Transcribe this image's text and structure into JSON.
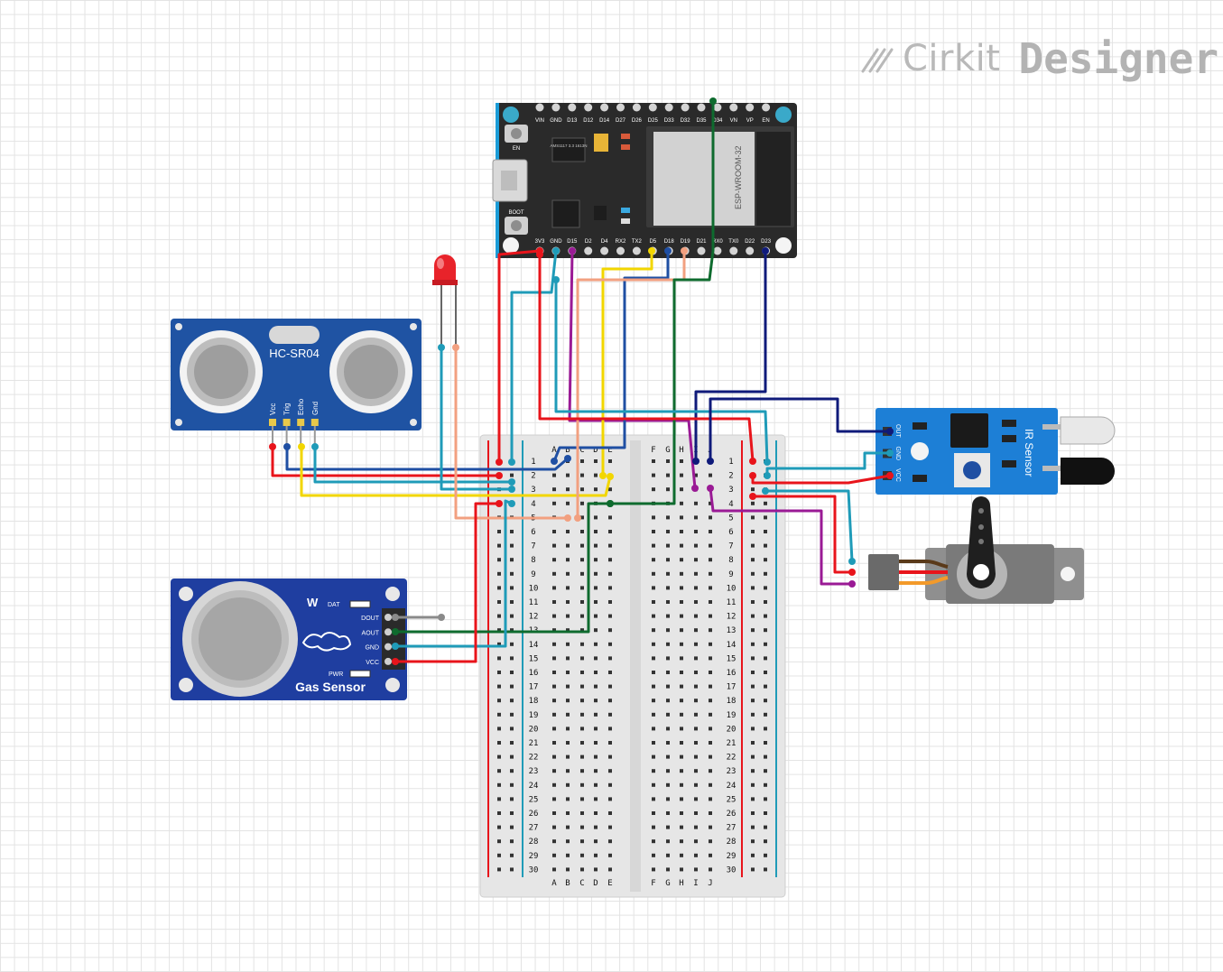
{
  "brand": {
    "name_part1": "Cirkit",
    "name_part2": "Designer"
  },
  "esp32": {
    "top_pins": [
      "VIN",
      "GND",
      "D13",
      "D12",
      "D14",
      "D27",
      "D26",
      "D25",
      "D33",
      "D32",
      "D35",
      "D34",
      "VN",
      "VP",
      "EN"
    ],
    "bottom_pins": [
      "3V3",
      "GND",
      "D15",
      "D2",
      "D4",
      "RX2",
      "TX2",
      "D5",
      "D18",
      "D19",
      "D21",
      "RX0",
      "TX0",
      "D22",
      "D23"
    ],
    "en_label": "EN",
    "boot_label": "BOOT",
    "module_label": "ESP-WROOM-32",
    "regulator_label": "AMS1117 3.3 1613N"
  },
  "hcsr04": {
    "title": "HC-SR04",
    "pins": [
      "Vcc",
      "Trig",
      "Echo",
      "Gnd"
    ]
  },
  "ir_sensor": {
    "title": "IR Sensor",
    "pins": [
      "OUT",
      "GND",
      "VCC"
    ]
  },
  "gas_sensor": {
    "title": "Gas Sensor",
    "pins": [
      "DOUT",
      "AOUT",
      "GND",
      "VCC"
    ],
    "dat_label": "DAT",
    "pwr_label": "PWR"
  },
  "breadboard": {
    "left_cols": [
      "A",
      "B",
      "C",
      "D",
      "E"
    ],
    "right_cols": [
      "F",
      "G",
      "H",
      "I",
      "J"
    ],
    "rows": 30
  },
  "colors": {
    "red": "#e8141b",
    "blue": "#1f4fa3",
    "teal": "#1f9bb8",
    "yellow": "#f2d600",
    "magenta": "#9a1a95",
    "salmon": "#f2a080",
    "green": "#0e6b2e",
    "navy": "#0f1a7a",
    "gray": "#8a8a8a"
  }
}
